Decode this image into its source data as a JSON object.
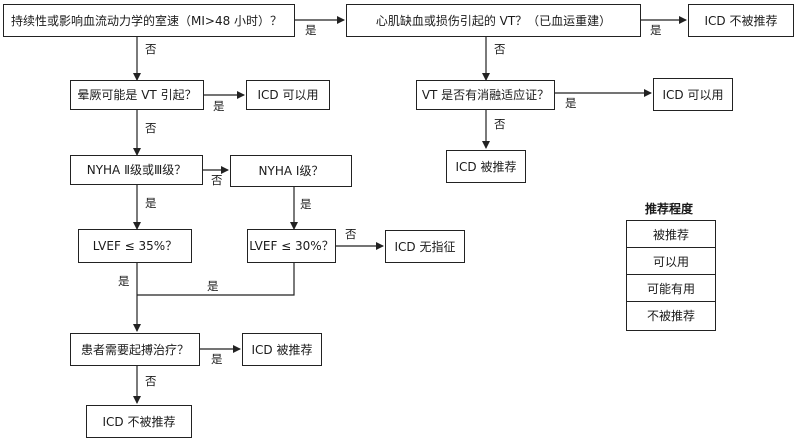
{
  "nodes": {
    "q_sustained": "持续性或影响血流动力学的室速（MI>48 小时）？",
    "q_ischemia": "心肌缺血或损伤引起的 VT？（已血运重建）",
    "icd_not_rec_top": "ICD 不被推荐",
    "q_syncope": "晕厥可能是 VT 引起？",
    "icd_may_use_left": "ICD 可以用",
    "q_ablation": "VT 是否有消融适应证？",
    "icd_may_use_right": "ICD 可以用",
    "icd_rec_right": "ICD 被推荐",
    "q_nyha_23": "NYHA Ⅱ级或Ⅲ级？",
    "q_nyha_1": "NYHA Ⅰ级？",
    "q_lvef35": "LVEF ≤ 35%？",
    "q_lvef30": "LVEF ≤ 30%？",
    "icd_no_indication": "ICD 无指征",
    "q_pacing": "患者需要起搏治疗？",
    "icd_rec_bottom": "ICD 被推荐",
    "icd_not_rec_bottom": "ICD 不被推荐"
  },
  "edge_labels": {
    "yes": "是",
    "no": "否"
  },
  "legend": {
    "title": "推荐程度",
    "items": [
      "被推荐",
      "可以用",
      "可能有用",
      "不被推荐"
    ]
  }
}
